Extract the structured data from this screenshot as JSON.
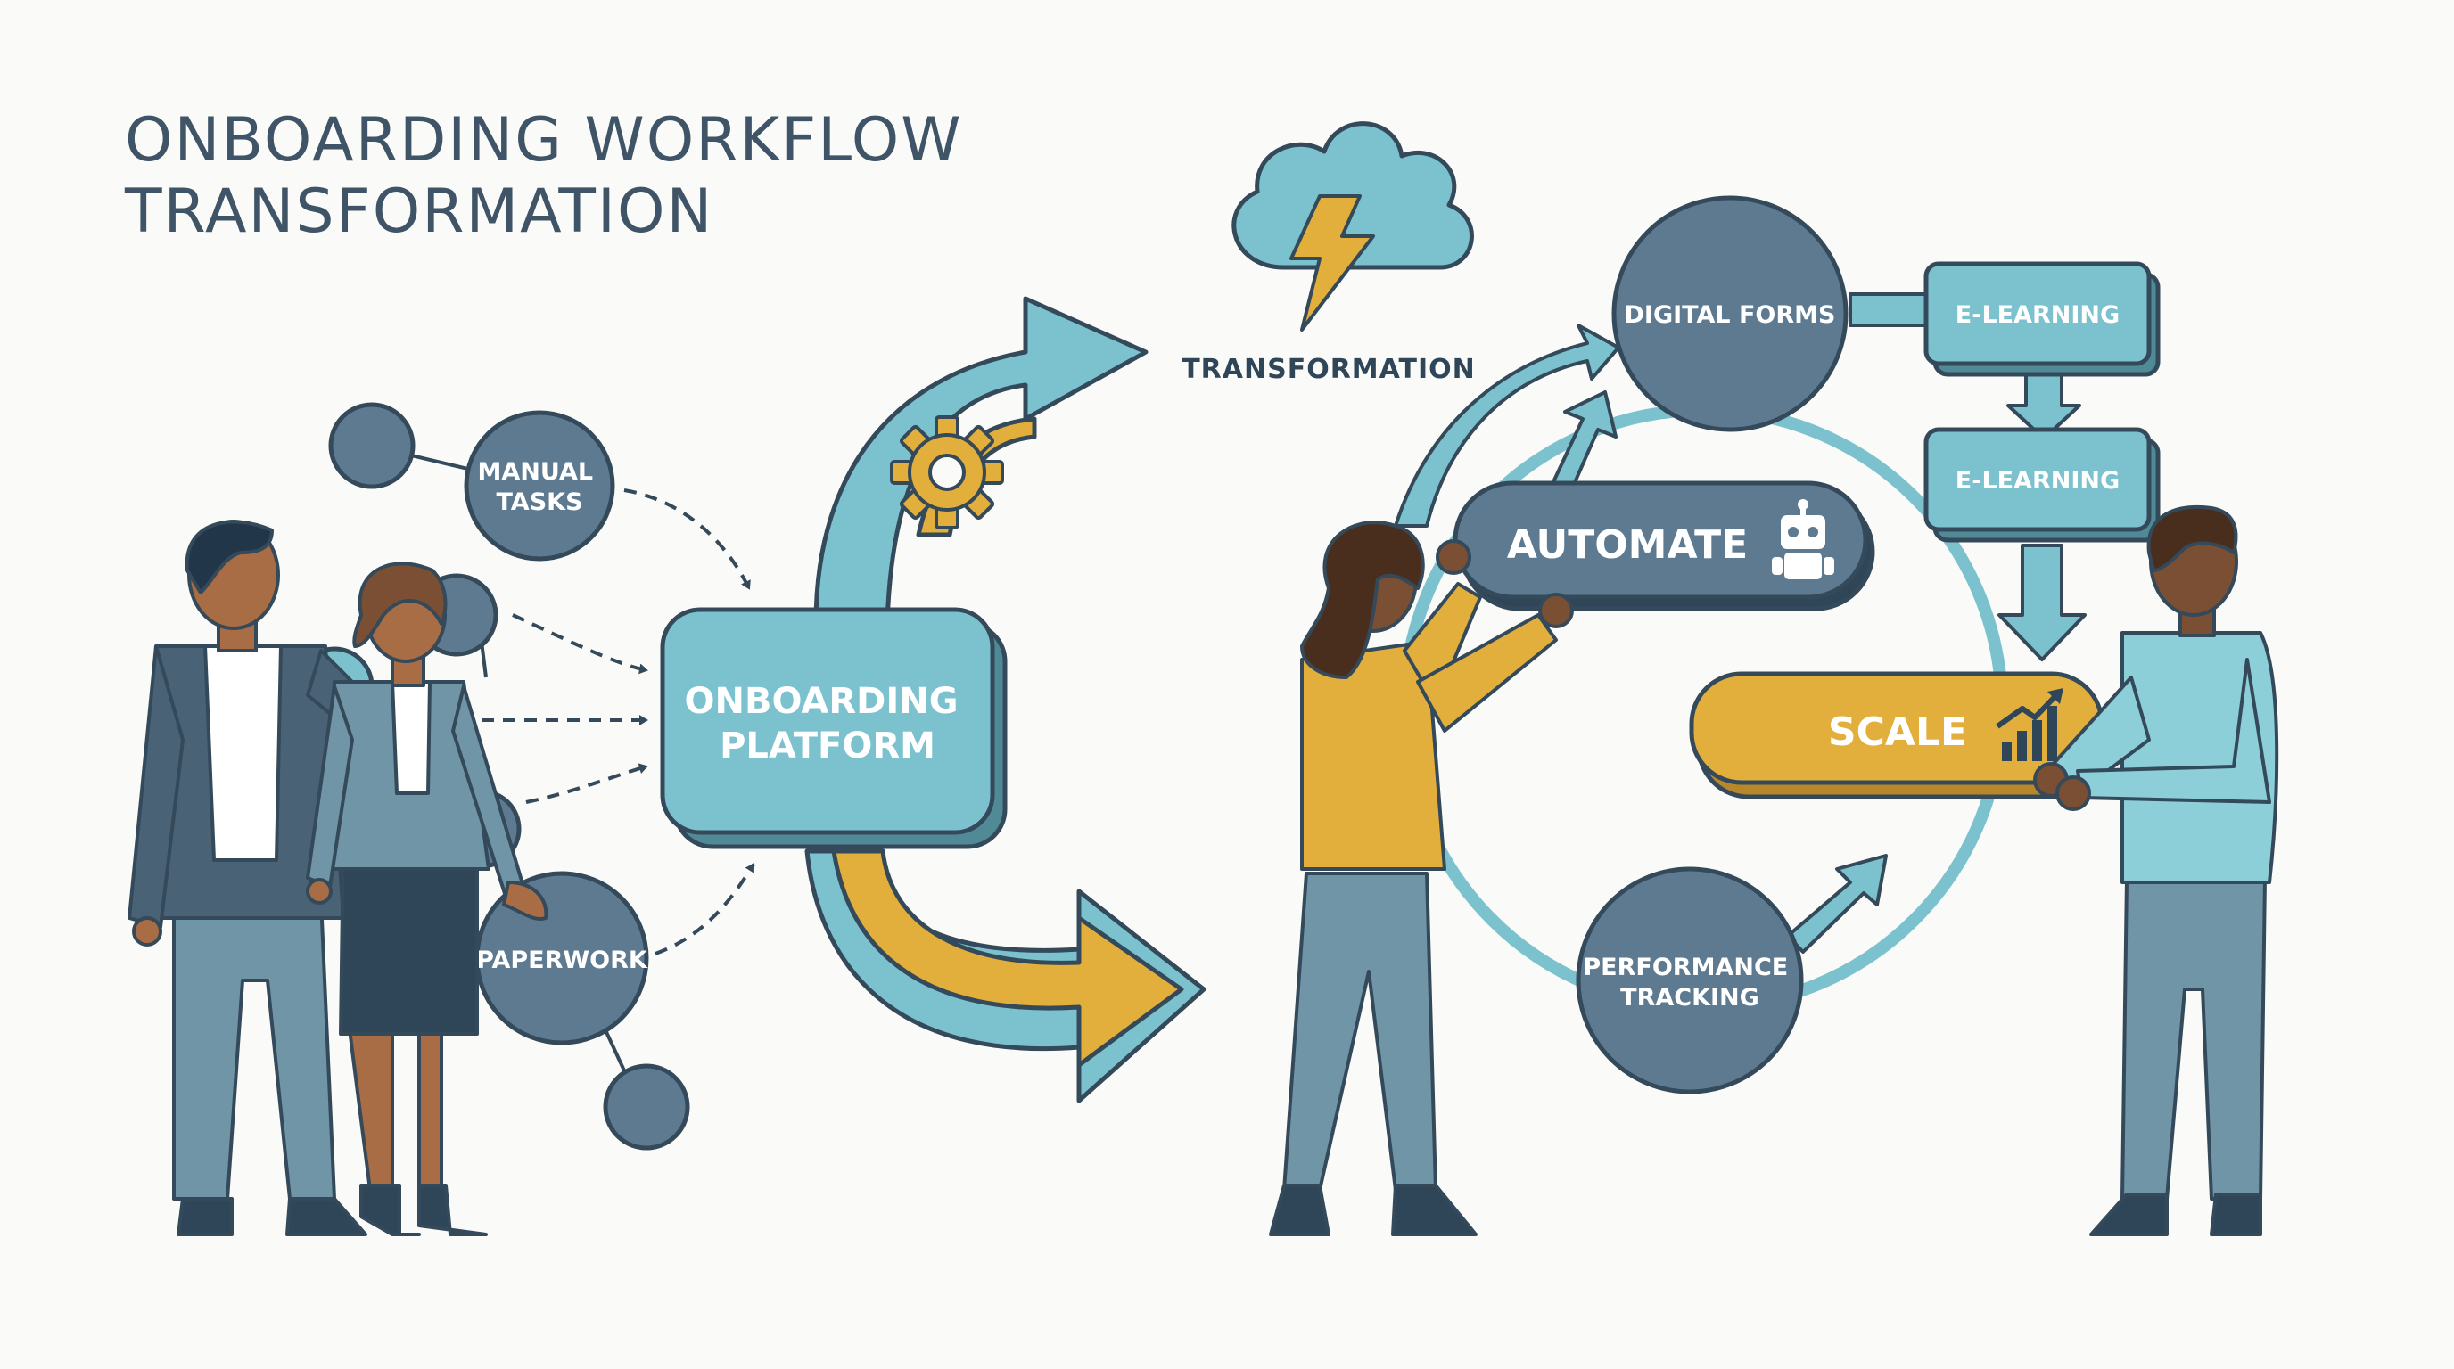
{
  "title": {
    "line1": "ONBOARDING WORKFLOW",
    "line2": "TRANSFORMATION"
  },
  "colors": {
    "navy": "#2f4659",
    "slate": "#5d7a91",
    "teal": "#7cc2ce",
    "gold": "#e2ae3c",
    "outline": "#34495a",
    "background": "#fafaf8"
  },
  "nodes": {
    "manual_tasks": "MANUAL\nTASKS",
    "paperwork": "PAPERWORK",
    "onboarding_platform": "ONBOARDING\nPLATFORM",
    "transformation": "TRANSFORMATION",
    "digital_forms": "DIGITAL FORMS",
    "elearning_1": "E-LEARNING",
    "elearning_2": "E-LEARNING",
    "automate": "AUTOMATE",
    "scale": "SCALE",
    "performance_tracking": "PERFORMANCE\nTRACKING"
  },
  "icons": [
    "cloud-lightning-icon",
    "gear-icon",
    "robot-icon",
    "growth-chart-icon"
  ]
}
